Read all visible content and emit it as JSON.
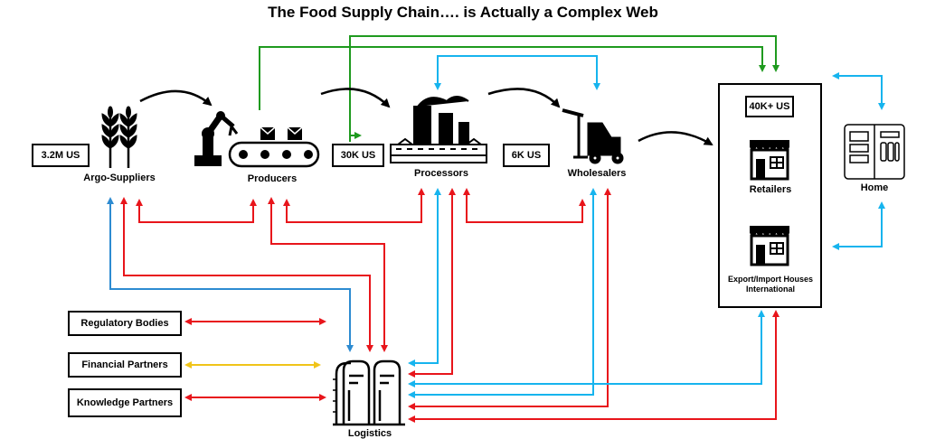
{
  "title": "The Food Supply Chain…. is Actually a Complex Web",
  "nodes": {
    "agro": {
      "label": "Argo-Suppliers",
      "count": "3.2M US"
    },
    "producers": {
      "label": "Producers",
      "count": "30K US"
    },
    "processors": {
      "label": "Processors",
      "count": "6K US"
    },
    "wholesalers": {
      "label": "Wholesalers"
    },
    "retail": {
      "count": "40K+ US",
      "label": "Retailers"
    },
    "export": {
      "label": "Export/Import Houses International"
    },
    "home": {
      "label": "Home"
    },
    "logistics": {
      "label": "Logistics"
    }
  },
  "partners": {
    "regulatory": "Regulatory Bodies",
    "financial": "Financial Partners",
    "knowledge": "Knowledge Partners"
  },
  "colors": {
    "red": "#e8151b",
    "blue": "#16b4ee",
    "steelblue": "#2d8bd1",
    "green": "#1f9a1f",
    "yellow": "#f0c419",
    "black": "#000000"
  },
  "icons": [
    "wheat-icon",
    "robot-arm-conveyor-icon",
    "factory-icon",
    "forklift-icon",
    "store-icon",
    "refrigerator-icon",
    "silo-icon"
  ]
}
